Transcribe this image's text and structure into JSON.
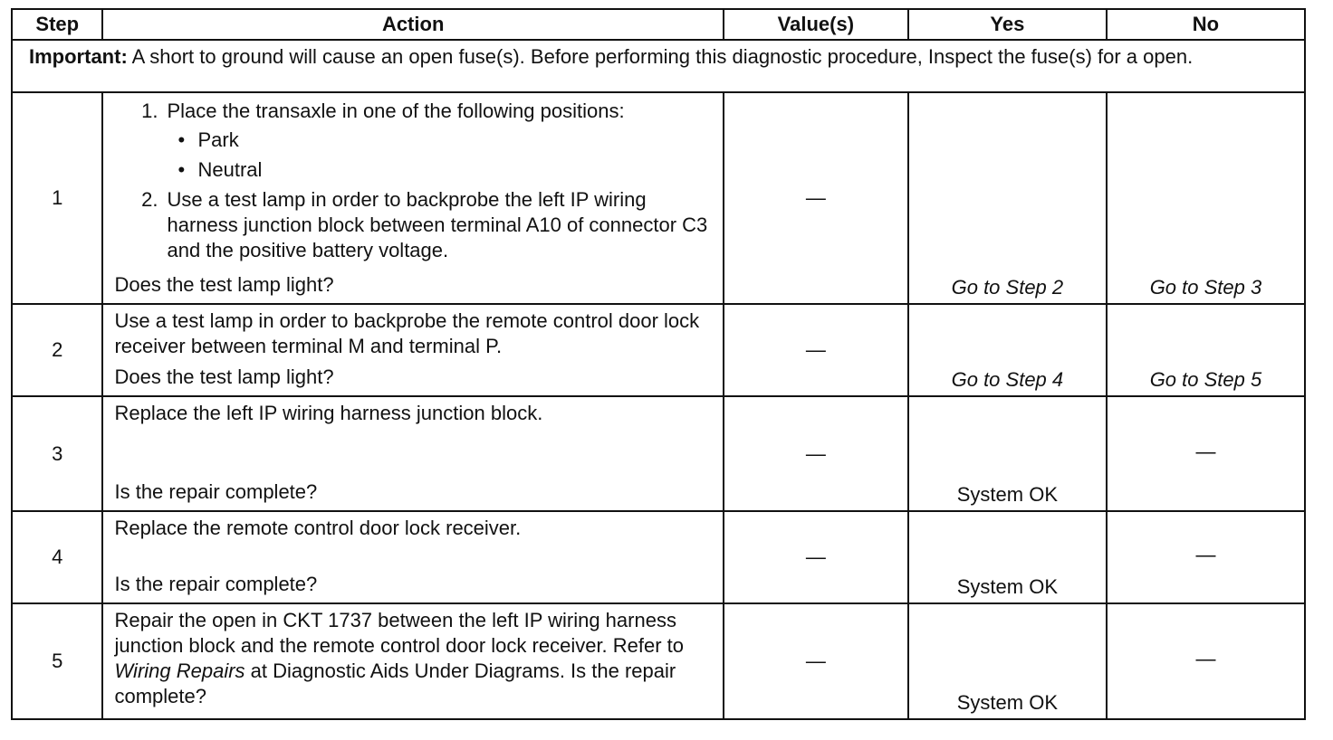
{
  "headers": {
    "step": "Step",
    "action": "Action",
    "values": "Value(s)",
    "yes": "Yes",
    "no": "No"
  },
  "important": {
    "label": "Important:",
    "text": " A short to ground will cause an open fuse(s). Before performing this diagnostic procedure, Inspect the fuse(s) for a open."
  },
  "dash": "—",
  "rows": [
    {
      "step": "1",
      "item1_num": "1.",
      "item1_text": "Place the transaxle in one of the following positions:",
      "bullets": [
        "Park",
        "Neutral"
      ],
      "item2_num": "2.",
      "item2_text": "Use a test lamp in order to backprobe the left IP wiring harness junction block between terminal A10 of connector C3 and the positive battery voltage.",
      "question": "Does the test lamp light?",
      "value": "—",
      "yes": "Go to Step 2",
      "no": "Go to Step 3"
    },
    {
      "step": "2",
      "text": "Use a test lamp in order to backprobe the remote control door lock receiver between terminal M and terminal P.",
      "question": "Does the test lamp light?",
      "value": "—",
      "yes": "Go to Step 4",
      "no": "Go to Step 5"
    },
    {
      "step": "3",
      "text": "Replace the left IP wiring harness junction block.",
      "question": "Is the repair complete?",
      "value": "—",
      "yes": "System OK",
      "no": "—"
    },
    {
      "step": "4",
      "text": "Replace the remote control door lock receiver.",
      "question": "Is the repair complete?",
      "value": "—",
      "yes": "System OK",
      "no": "—"
    },
    {
      "step": "5",
      "text_a": "Repair the open in CKT 1737 between the left IP wiring harness junction block and the remote control door lock receiver. Refer to ",
      "text_link": "Wiring Repairs",
      "text_b": " at Diagnostic Aids Under Diagrams. Is the repair complete?",
      "value": "—",
      "yes": "System OK",
      "no": "—"
    }
  ]
}
